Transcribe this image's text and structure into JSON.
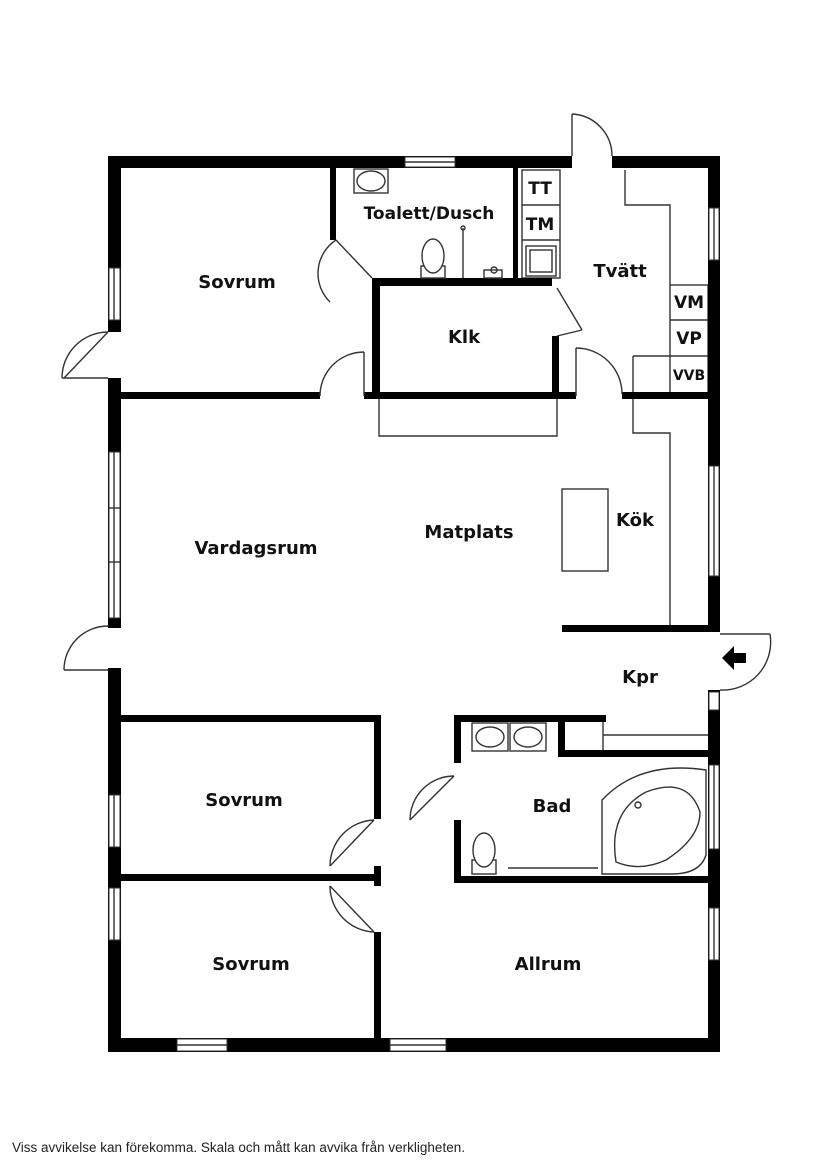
{
  "rooms": {
    "sovrum_top": "Sovrum",
    "toalett": "Toalett/Dusch",
    "tvatt": "Tvätt",
    "klk": "Klk",
    "vardagsrum": "Vardagsrum",
    "matplats": "Matplats",
    "kok": "Kök",
    "kpr": "Kpr",
    "sovrum_mid": "Sovrum",
    "bad": "Bad",
    "sovrum_bottom": "Sovrum",
    "allrum": "Allrum"
  },
  "appliances": {
    "tt": "TT",
    "tm": "TM",
    "vm": "VM",
    "vp": "VP",
    "vvb": "VVB"
  },
  "disclaimer": "Viss avvikelse kan förekomma. Skala och mått kan avvika från verkligheten.",
  "icons": [
    "entrance-arrow-icon",
    "door-swing-icon",
    "window-icon",
    "toilet-icon",
    "sink-icon",
    "bathtub-icon",
    "shower-icon"
  ]
}
